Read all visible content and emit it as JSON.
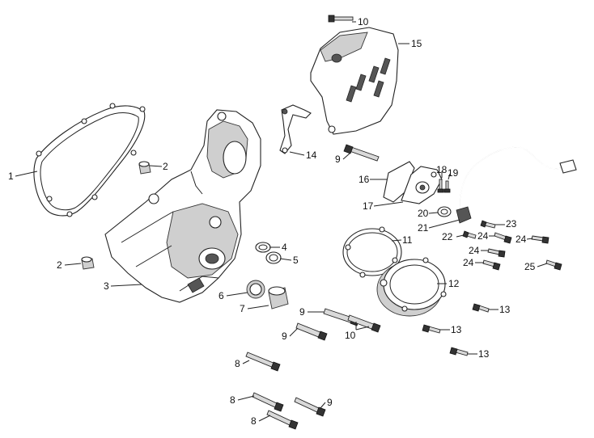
{
  "callouts": {
    "c1": "1",
    "c2a": "2",
    "c2b": "2",
    "c3": "3",
    "c4": "4",
    "c5": "5",
    "c6": "6",
    "c7": "7",
    "c8a": "8",
    "c8b": "8",
    "c8c": "8",
    "c9a": "9",
    "c9b": "9",
    "c9c": "9",
    "c9d": "9",
    "c10a": "10",
    "c10b": "10",
    "c11": "11",
    "c12": "12",
    "c13a": "13",
    "c13b": "13",
    "c13c": "13",
    "c14": "14",
    "c15": "15",
    "c16": "16",
    "c17": "17",
    "c18": "18",
    "c19": "19",
    "c20": "20",
    "c21": "21",
    "c22": "22",
    "c23": "23",
    "c24a": "24",
    "c24b": "24",
    "c24c": "24",
    "c24d": "24",
    "c25": "25"
  },
  "colors": {
    "line": "#222222",
    "background": "#ffffff"
  }
}
